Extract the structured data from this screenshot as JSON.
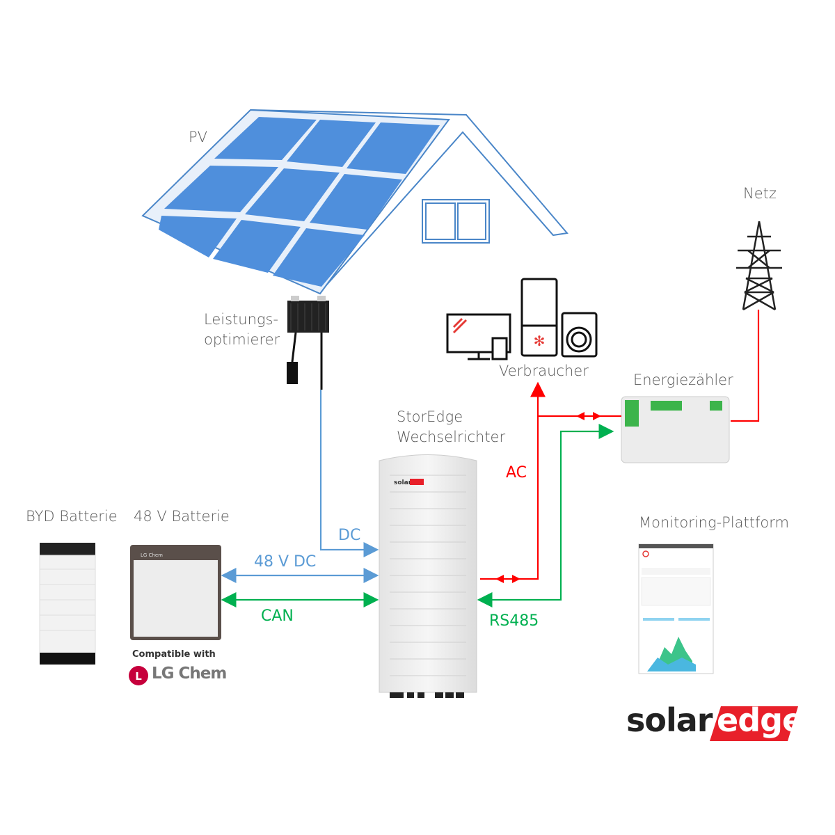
{
  "labels": {
    "pv": "PV",
    "optimizer_line1": "Leistungs-",
    "optimizer_line2": "optimierer",
    "consumers": "Verbraucher",
    "grid": "Netz",
    "meter": "Energiezähler",
    "inverter_line1": "StorEdge",
    "inverter_line2": "Wechselrichter",
    "byd_battery": "BYD Batterie",
    "battery_48v": "48 V Batterie",
    "monitoring": "Monitoring-Plattform"
  },
  "connections": {
    "dc": "DC",
    "dc_48v": "48 V DC",
    "can": "CAN",
    "ac": "AC",
    "rs485": "RS485"
  },
  "compatibility": {
    "text": "Compatible with",
    "brand": "LG Chem"
  },
  "logo": {
    "part1": "solar",
    "part2": "edge"
  },
  "colors": {
    "dc": "#5b9bd5",
    "ac": "#ff0000",
    "comm": "#00b050",
    "brand_red": "#e8202a"
  }
}
